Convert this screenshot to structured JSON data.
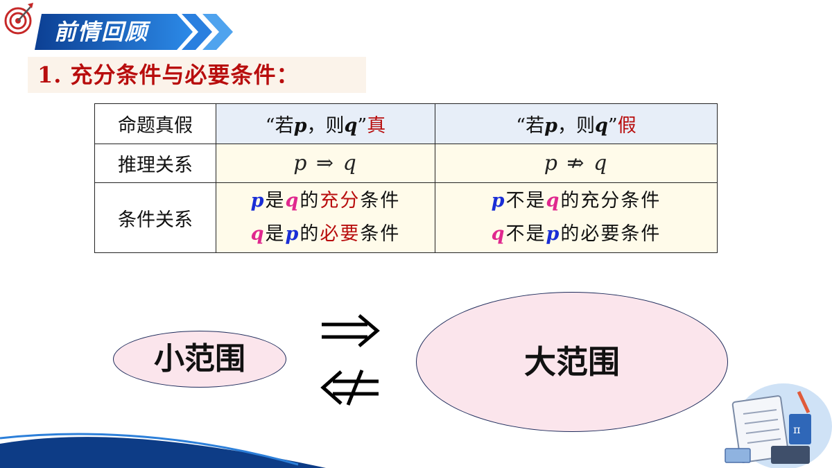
{
  "header": {
    "banner_text": "前情回顾"
  },
  "section": {
    "title": "1. 充分条件与必要条件："
  },
  "table": {
    "row1": {
      "label": "命题真假",
      "true_col": {
        "prefix": "“若",
        "p": "p",
        "mid": "，则",
        "q": "q",
        "suffix": "”",
        "tag": "真"
      },
      "false_col": {
        "prefix": "“若",
        "p": "p",
        "mid": "，则",
        "q": "q",
        "suffix": "”",
        "tag": "假"
      }
    },
    "row2": {
      "label": "推理关系",
      "true_col": "p ⇒ q",
      "false_col": "p ⇏ q"
    },
    "row3": {
      "label": "条件关系",
      "true_col": {
        "line1": {
          "a": "p",
          "b": "是",
          "c": "q",
          "d": "的",
          "e": "充分",
          "f": "条件"
        },
        "line2": {
          "a": "q",
          "b": "是",
          "c": "p",
          "d": "的",
          "e": "必要",
          "f": "条件"
        }
      },
      "false_col": {
        "line1": {
          "a": "p",
          "b": "不是",
          "c": "q",
          "d": "的充分条件"
        },
        "line2": {
          "a": "q",
          "b": "不是",
          "c": "p",
          "d": "的必要条件"
        }
      }
    }
  },
  "diagram": {
    "small_label": "小范围",
    "big_label": "大范围"
  },
  "colors": {
    "accent_red": "#b80d0d",
    "banner_blue": "#1f6fd6",
    "ellipse_fill": "#fbe5ec",
    "p_color": "#1a2ed6",
    "q_color": "#e0288e"
  }
}
